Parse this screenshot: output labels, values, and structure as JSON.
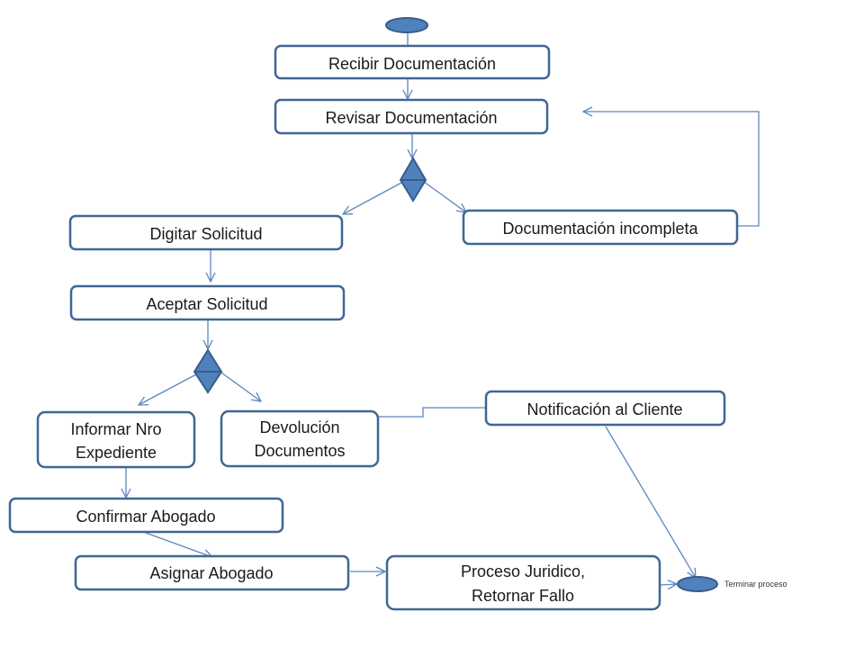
{
  "nodes": {
    "recibir": "Recibir Documentación",
    "revisar": "Revisar Documentación",
    "incompleta": "Documentación incompleta",
    "digitar": "Digitar Solicitud",
    "aceptar": "Aceptar Solicitud",
    "notificacion": "Notificación al Cliente",
    "informar_l1": "Informar Nro",
    "informar_l2": "Expediente",
    "devolucion_l1": "Devolución",
    "devolucion_l2": "Documentos",
    "confirmar": "Confirmar Abogado",
    "asignar": "Asignar Abogado",
    "proceso_l1": "Proceso Juridico,",
    "proceso_l2": "Retornar Fallo"
  },
  "end_label": "Terminar proceso",
  "colors": {
    "node_border": "#3f6695",
    "connector": "#5b87c0",
    "symbol_fill": "#4f81bd"
  }
}
